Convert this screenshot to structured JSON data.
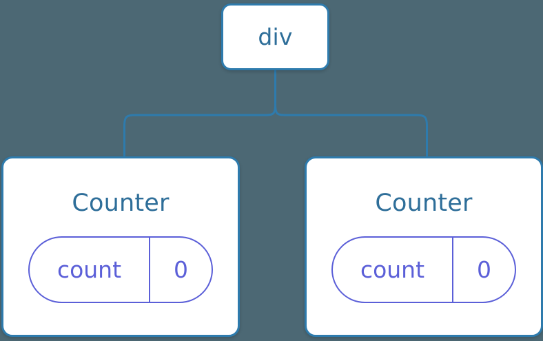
{
  "diagram": {
    "type": "component-tree",
    "background_color": "#4c6874",
    "node_border_color": "#2e7bad",
    "node_title_color": "#2e6e99",
    "state_accent_color": "#5b5fd8",
    "connector_color": "#2e7bad"
  },
  "root": {
    "label": "div"
  },
  "children": [
    {
      "label": "Counter",
      "state": {
        "key": "count",
        "value": "0"
      }
    },
    {
      "label": "Counter",
      "state": {
        "key": "count",
        "value": "0"
      }
    }
  ]
}
